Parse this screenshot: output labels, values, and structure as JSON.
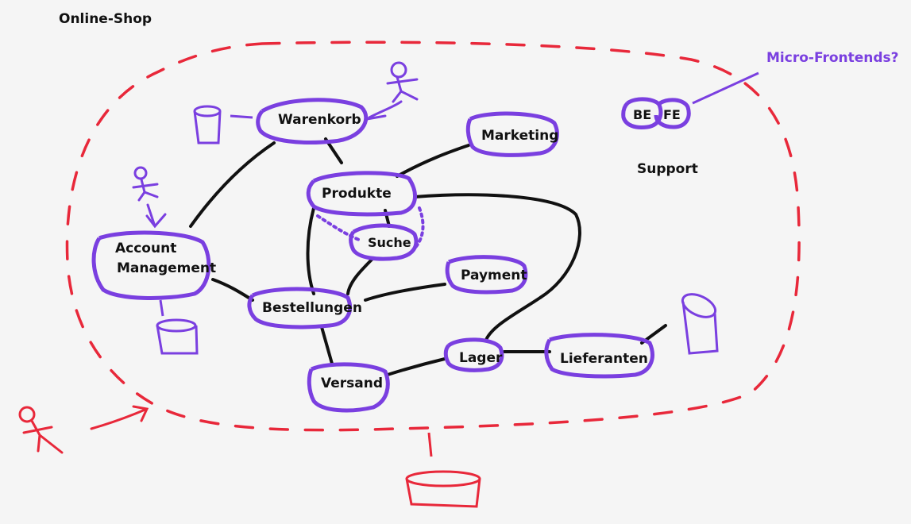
{
  "title": "Online-Shop",
  "annotation": "Micro-Frontends?",
  "support_label": "Support",
  "colors": {
    "node_border": "#7a3fe0",
    "edge": "#111111",
    "boundary": "#e8283a",
    "background": "#f5f5f5"
  },
  "nodes": {
    "warenkorb": "Warenkorb",
    "marketing": "Marketing",
    "produkte": "Produkte",
    "suche": "Suche",
    "account": [
      "Account",
      "Management"
    ],
    "payment": "Payment",
    "bestellungen": "Bestellungen",
    "lager": "Lager",
    "lieferanten": "Lieferanten",
    "versand": "Versand",
    "be": "BE",
    "fe": "FE"
  },
  "icons": [
    "user-icon",
    "database-icon",
    "boundary-icon"
  ]
}
